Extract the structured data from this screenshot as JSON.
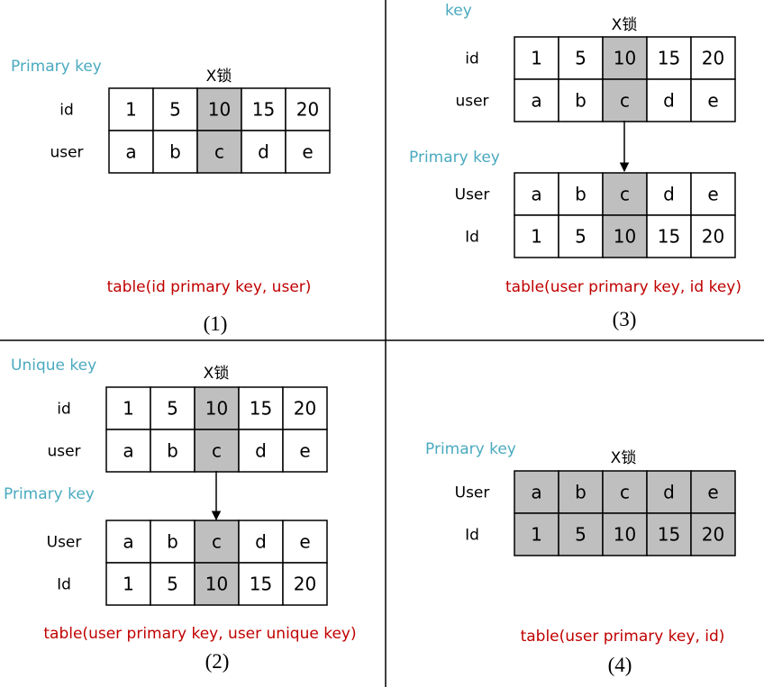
{
  "divider_color": "#000000",
  "highlight_color": "#bfbfbf",
  "key_label_color": "#4aaabf",
  "table_def_color": "#c00000",
  "quadrants": [
    {
      "caption": "(1)",
      "table_def": "table(id primary key, user)",
      "lock_label": "X锁",
      "index_label": "Primary key",
      "rows": [
        {
          "label": "id",
          "cells": [
            "1",
            "5",
            "10",
            "15",
            "20"
          ],
          "locked": [
            false,
            false,
            true,
            false,
            false
          ]
        },
        {
          "label": "user",
          "cells": [
            "a",
            "b",
            "c",
            "d",
            "e"
          ],
          "locked": [
            false,
            false,
            true,
            false,
            false
          ]
        }
      ]
    },
    {
      "caption": "(3)",
      "table_def": "table(user primary key, id key)",
      "lock_label": "X锁",
      "secondary_label": "key",
      "secondary_rows": [
        {
          "label": "id",
          "cells": [
            "1",
            "5",
            "10",
            "15",
            "20"
          ],
          "locked": [
            false,
            false,
            true,
            false,
            false
          ]
        },
        {
          "label": "user",
          "cells": [
            "a",
            "b",
            "c",
            "d",
            "e"
          ],
          "locked": [
            false,
            false,
            true,
            false,
            false
          ]
        }
      ],
      "primary_label": "Primary key",
      "primary_rows": [
        {
          "label": "User",
          "cells": [
            "a",
            "b",
            "c",
            "d",
            "e"
          ],
          "locked": [
            false,
            false,
            true,
            false,
            false
          ]
        },
        {
          "label": "Id",
          "cells": [
            "1",
            "5",
            "10",
            "15",
            "20"
          ],
          "locked": [
            false,
            false,
            true,
            false,
            false
          ]
        }
      ]
    },
    {
      "caption": "(2)",
      "table_def": "table(user primary key, user unique key)",
      "lock_label": "X锁",
      "secondary_label": "Unique key",
      "secondary_rows": [
        {
          "label": "id",
          "cells": [
            "1",
            "5",
            "10",
            "15",
            "20"
          ],
          "locked": [
            false,
            false,
            true,
            false,
            false
          ]
        },
        {
          "label": "user",
          "cells": [
            "a",
            "b",
            "c",
            "d",
            "e"
          ],
          "locked": [
            false,
            false,
            true,
            false,
            false
          ]
        }
      ],
      "primary_label": "Primary key",
      "primary_rows": [
        {
          "label": "User",
          "cells": [
            "a",
            "b",
            "c",
            "d",
            "e"
          ],
          "locked": [
            false,
            false,
            true,
            false,
            false
          ]
        },
        {
          "label": "Id",
          "cells": [
            "1",
            "5",
            "10",
            "15",
            "20"
          ],
          "locked": [
            false,
            false,
            true,
            false,
            false
          ]
        }
      ]
    },
    {
      "caption": "(4)",
      "table_def": "table(user primary key, id)",
      "lock_label": "X锁",
      "index_label": "Primary key",
      "rows": [
        {
          "label": "User",
          "cells": [
            "a",
            "b",
            "c",
            "d",
            "e"
          ],
          "locked": [
            true,
            true,
            true,
            true,
            true
          ]
        },
        {
          "label": "Id",
          "cells": [
            "1",
            "5",
            "10",
            "15",
            "20"
          ],
          "locked": [
            true,
            true,
            true,
            true,
            true
          ]
        }
      ]
    }
  ]
}
